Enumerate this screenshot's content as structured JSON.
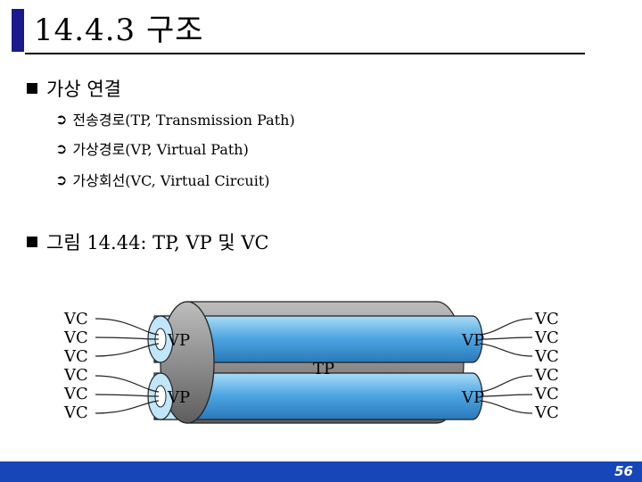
{
  "slide": {
    "title": "14.4.3 구조",
    "bullets": [
      {
        "text": "가상 연결",
        "sub": [
          "전송경로(TP, Transmission Path)",
          "가상경로(VP, Virtual Path)",
          "가상회선(VC, Virtual Circuit)"
        ]
      },
      {
        "text": "그림 14.44: TP, VP 및 VC"
      }
    ],
    "page_number": "56"
  },
  "diagram": {
    "vc_label": "VC",
    "vp_label": "VP",
    "tp_label": "TP"
  },
  "colors": {
    "title_accent": "#1a1a8c",
    "footer": "#1646b8",
    "tube_blue": "#4aa3e0",
    "cylinder_gray": "#8a8a8a"
  }
}
